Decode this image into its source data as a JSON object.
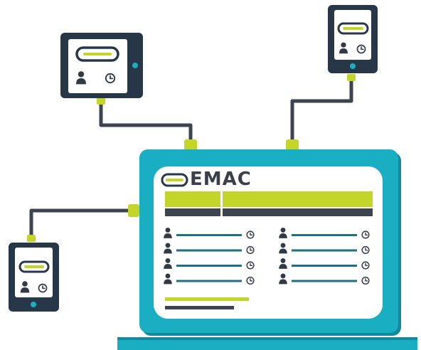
{
  "brand": {
    "name": "EMAC",
    "logo_icon": "emac-link-logo-icon"
  },
  "colors": {
    "teal": "#1aaec3",
    "teal_dark": "#12899c",
    "navy": "#283748",
    "lime": "#c4d52a",
    "cable": "#3d4450",
    "screen": "#ffffff",
    "icon_dark": "#333a46",
    "line_teal": "#1e6f86"
  },
  "devices": [
    {
      "role": "tablet-top-left",
      "icons": [
        "emac-link-logo-icon",
        "user-icon",
        "clock-icon"
      ]
    },
    {
      "role": "tablet-top-right",
      "icons": [
        "emac-link-logo-icon",
        "user-icon",
        "clock-icon"
      ]
    },
    {
      "role": "tablet-left",
      "icons": [
        "emac-link-logo-icon",
        "user-icon",
        "clock-icon"
      ]
    }
  ],
  "dashboard": {
    "columns": 2,
    "rows_per_column": 4,
    "row_icons": [
      "user-icon",
      "clock-icon"
    ]
  }
}
